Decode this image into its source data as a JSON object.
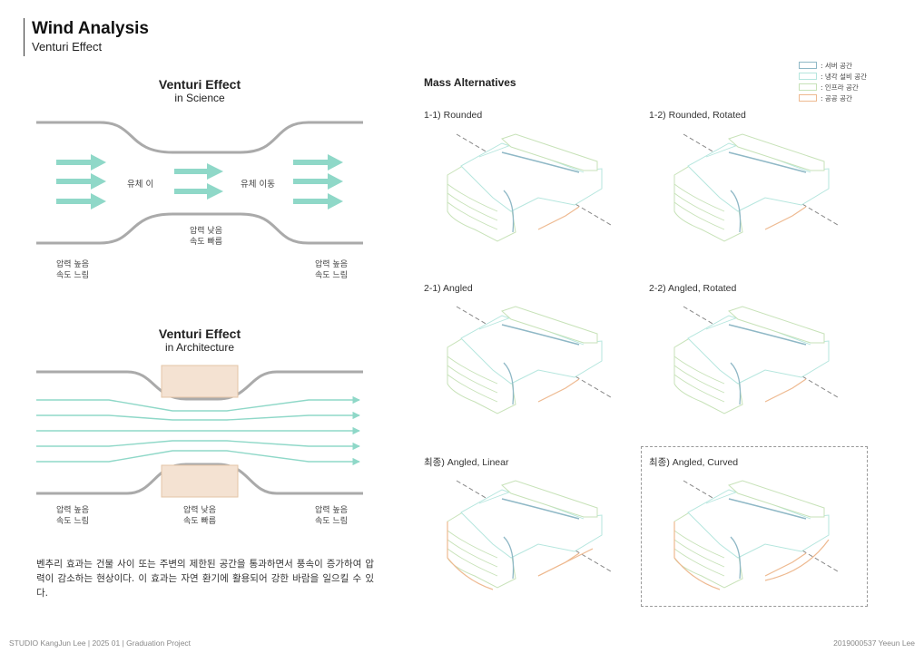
{
  "header": {
    "title": "Wind Analysis",
    "subtitle": "Venturi Effect"
  },
  "science": {
    "title": "Venturi Effect",
    "subtitle": "in Science",
    "fluid_label_1": "유체 이",
    "fluid_label_2": "유체 이동",
    "center_bottom": [
      "압력 낮음",
      "속도 빠름"
    ],
    "left_bottom": [
      "압력 높음",
      "속도 느림"
    ],
    "right_bottom": [
      "압력 높음",
      "속도 느림"
    ]
  },
  "architecture": {
    "title": "Venturi Effect",
    "subtitle": "in Architecture",
    "left_bottom": [
      "압력 높음",
      "속도 느림"
    ],
    "center_bottom": [
      "압력 낮음",
      "속도 빠름"
    ],
    "right_bottom": [
      "압력 높음",
      "속도 느림"
    ]
  },
  "description": "벤추리 효과는 건물 사이 또는 주변의 제한된 공간을 통과하면서 풍속이 증가하여 압력이 감소하는 현상이다. 이 효과는 자연 환기에 활용되어 강한 바람을 일으킬 수 있다.",
  "mass": {
    "title": "Mass Alternatives",
    "alternatives": [
      {
        "prefix": "1-1)",
        "label": "Rounded"
      },
      {
        "prefix": "1-2)",
        "label": "Rounded, Rotated"
      },
      {
        "prefix": "2-1)",
        "label": "Angled"
      },
      {
        "prefix": "2-2)",
        "label": "Angled, Rotated"
      },
      {
        "prefix": "최종)",
        "label": "Angled, Linear"
      },
      {
        "prefix": "최종)",
        "label": "Angled, Curved"
      }
    ]
  },
  "legend": [
    {
      "label": ": 서버 공간",
      "color": "#8fb8c6"
    },
    {
      "label": ": 냉각 설비 공간",
      "color": "#b5e6de"
    },
    {
      "label": ": 인프라 공간",
      "color": "#c7e2b8"
    },
    {
      "label": ": 공공 공간",
      "color": "#eeb990"
    }
  ],
  "colors": {
    "teal": "#8fd8c8",
    "gray": "#aaaaaa",
    "block": "#f4e2d2",
    "server": "#8fb8c6",
    "cooling": "#b5e6de",
    "infra": "#c7e2b8",
    "public": "#eeb990"
  },
  "footer": {
    "left": "STUDIO KangJun Lee | 2025 01 | Graduation Project",
    "right": "2019000537 Yeeun Lee"
  }
}
